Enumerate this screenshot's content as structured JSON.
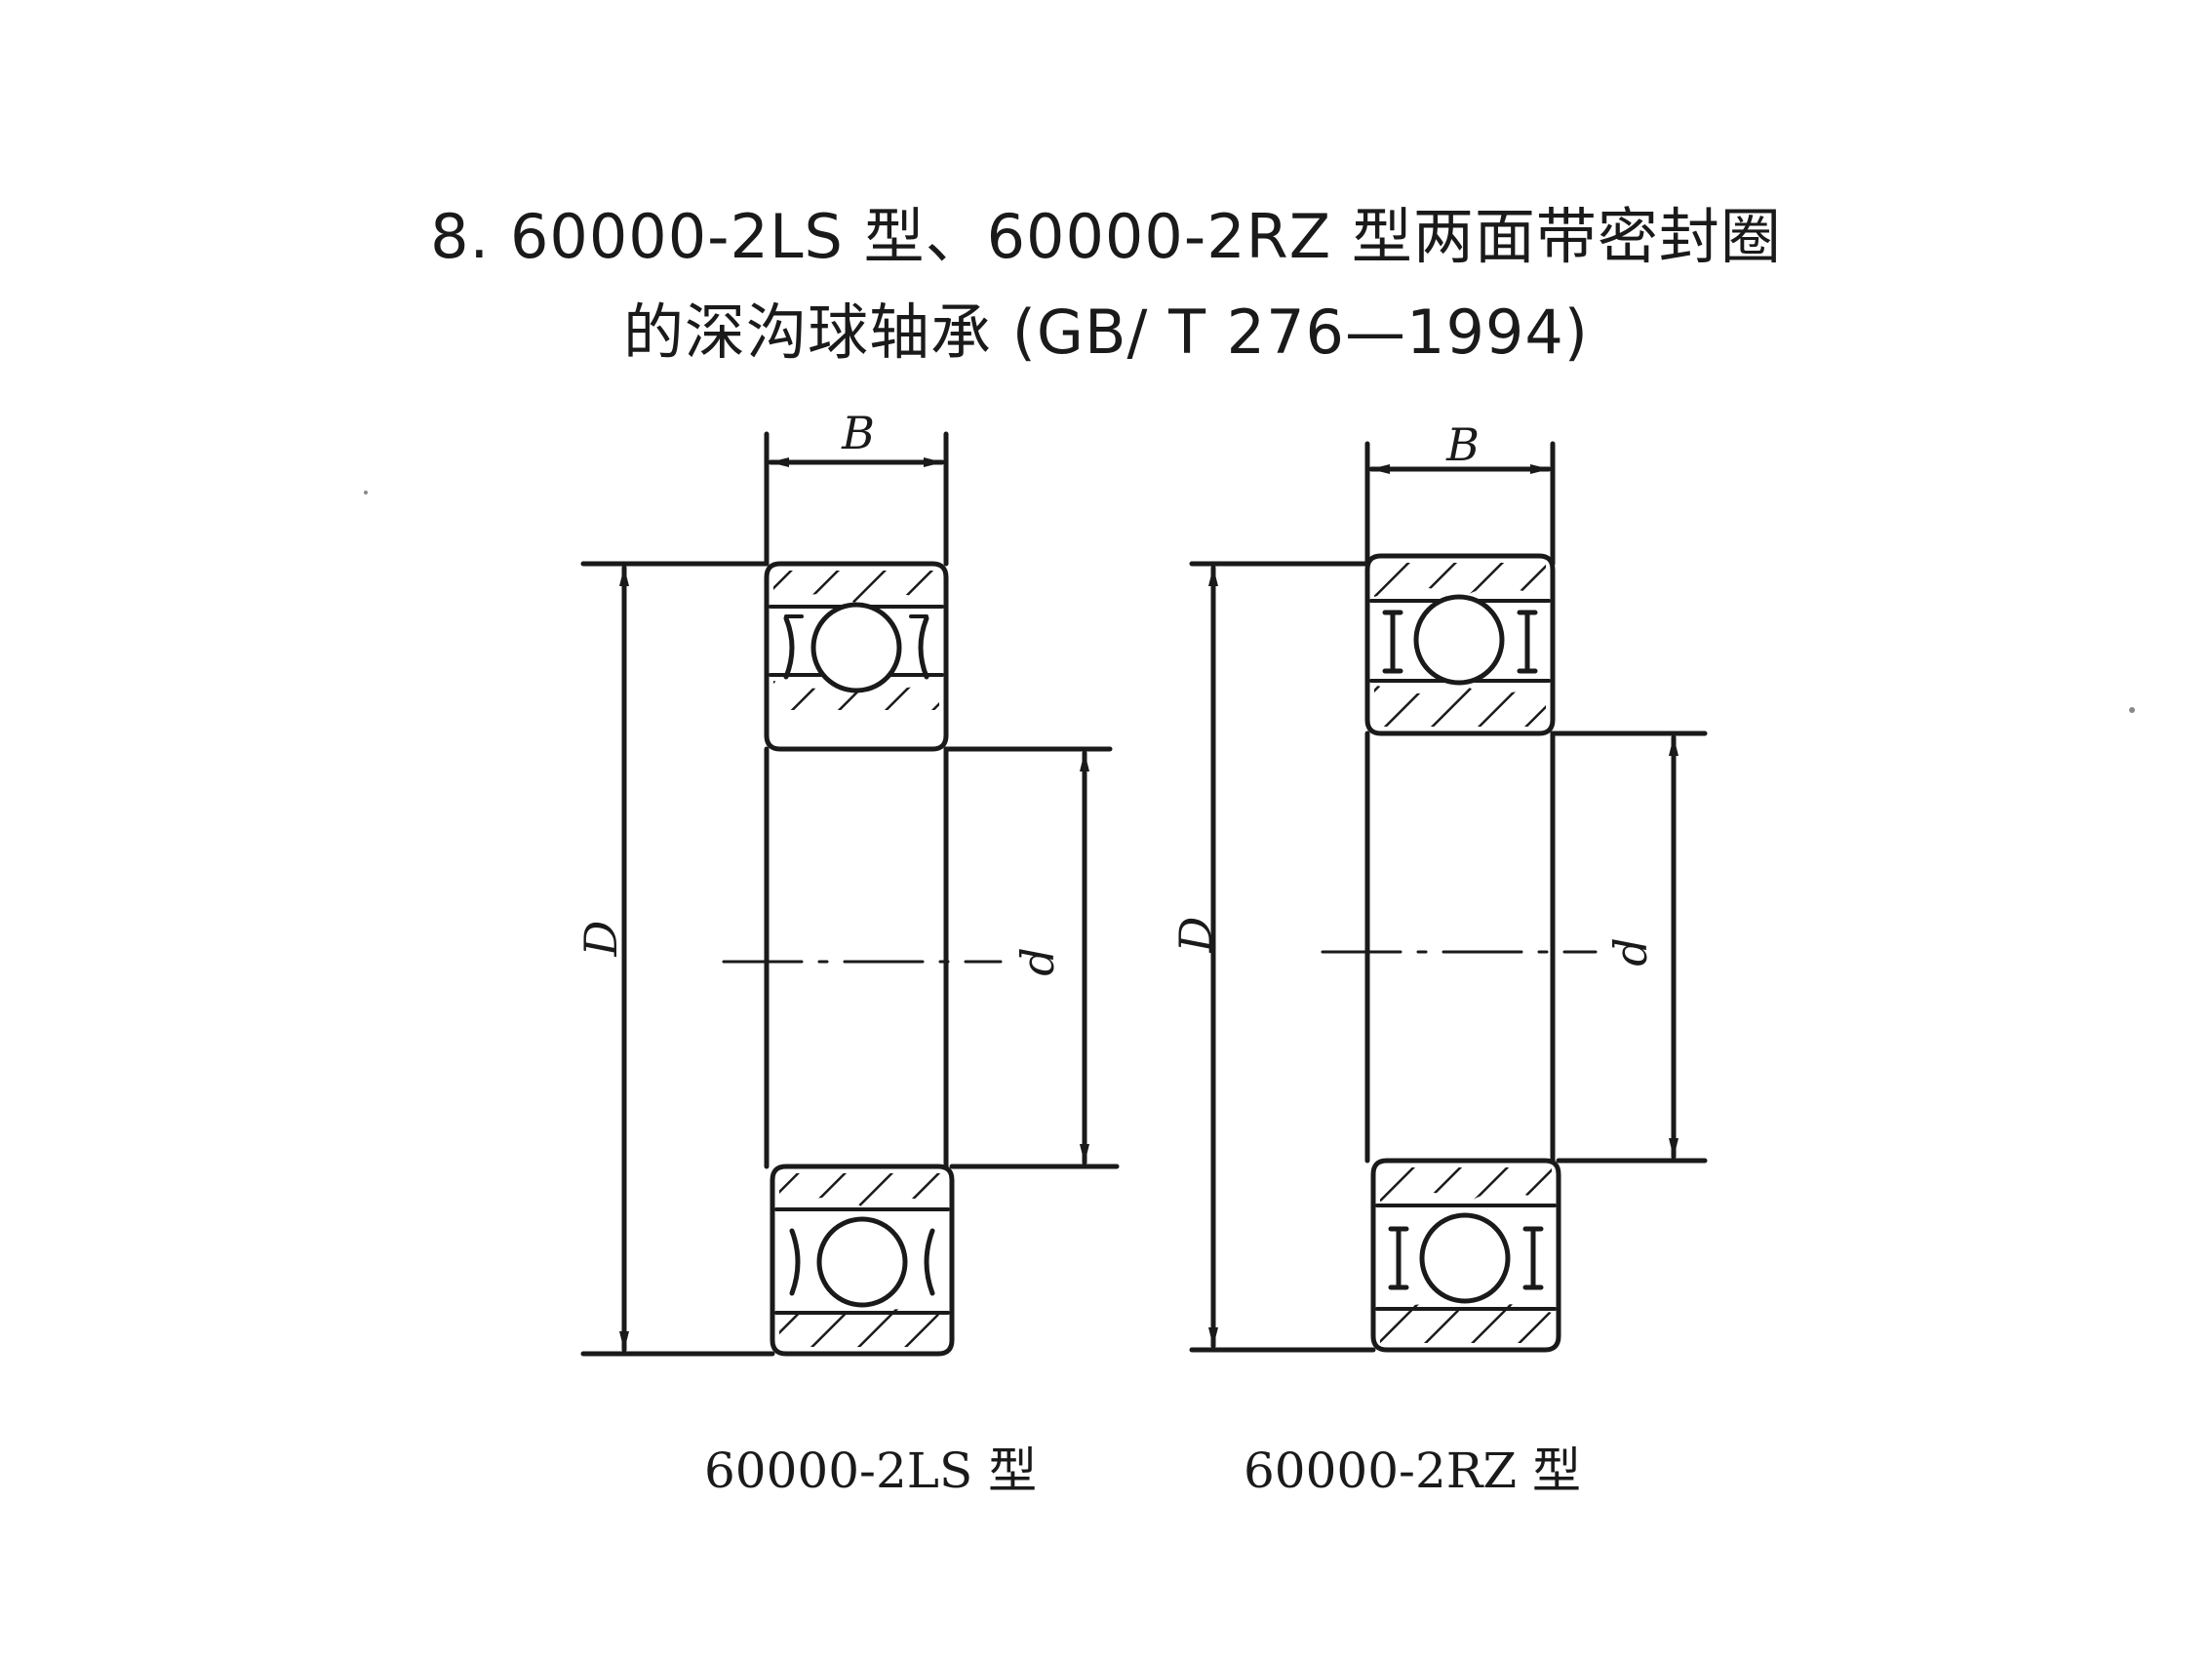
{
  "title": {
    "line1": "8. 60000-2LS 型、60000-2RZ 型两面带密封圈",
    "line2": "的深沟球轴承 (GB/ T 276—1994)"
  },
  "figures": [
    {
      "caption": "60000-2LS 型",
      "labels": {
        "width": "B",
        "outer_diameter": "D",
        "bore": "d"
      },
      "seal_type": "contact seal (2LS)"
    },
    {
      "caption": "60000-2RZ 型",
      "labels": {
        "width": "B",
        "outer_diameter": "D",
        "bore": "d"
      },
      "seal_type": "non-contact seal (2RZ)"
    }
  ],
  "colors": {
    "ink": "#1a1a1a",
    "background": "#ffffff"
  }
}
